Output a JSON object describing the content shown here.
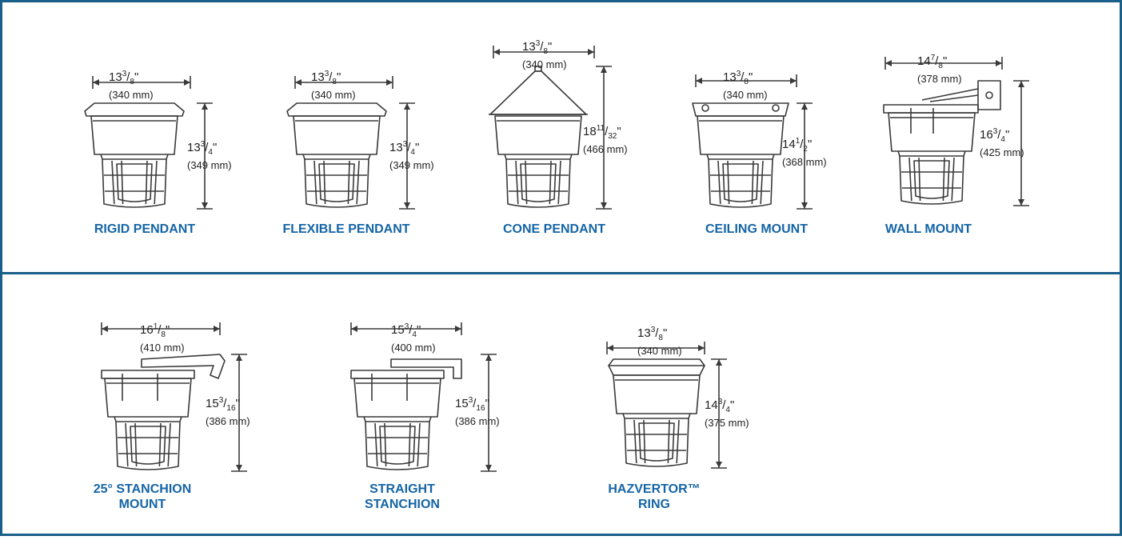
{
  "colors": {
    "frame": "#1a5e8a",
    "label": "#1565a6",
    "line": "#3a3a3a"
  },
  "top_row": [
    {
      "id": "rigid",
      "label": "RIGID PENDANT",
      "top_type": "flat",
      "width_whole": "13",
      "width_num": "3",
      "width_den": "8",
      "width_mm": "(340 mm)",
      "height_whole": "13",
      "height_num": "3",
      "height_den": "4",
      "height_mm": "(349 mm)"
    },
    {
      "id": "flexible",
      "label": "FLEXIBLE PENDANT",
      "top_type": "flat",
      "width_whole": "13",
      "width_num": "3",
      "width_den": "8",
      "width_mm": "(340 mm)",
      "height_whole": "13",
      "height_num": "3",
      "height_den": "4",
      "height_mm": "(349 mm)"
    },
    {
      "id": "cone",
      "label": "CONE PENDANT",
      "top_type": "cone",
      "width_whole": "13",
      "width_num": "3",
      "width_den": "8",
      "width_mm": "(340 mm)",
      "height_whole": "18",
      "height_num": "11",
      "height_den": "32",
      "height_mm": "(466 mm)"
    },
    {
      "id": "ceiling",
      "label": "CEILING MOUNT",
      "top_type": "ceiling",
      "width_whole": "13",
      "width_num": "3",
      "width_den": "8",
      "width_mm": "(340 mm)",
      "height_whole": "14",
      "height_num": "1",
      "height_den": "2",
      "height_mm": "(368 mm)"
    },
    {
      "id": "wall",
      "label": "WALL MOUNT",
      "top_type": "wall",
      "width_whole": "14",
      "width_num": "7",
      "width_den": "8",
      "width_mm": "(378 mm)",
      "height_whole": "16",
      "height_num": "3",
      "height_den": "4",
      "height_mm": "(425 mm)"
    }
  ],
  "bottom_row": [
    {
      "id": "stanchion25",
      "label_line1": "25° STANCHION",
      "label_line2": "MOUNT",
      "top_type": "stanchion25",
      "width_whole": "16",
      "width_num": "1",
      "width_den": "8",
      "width_mm": "(410 mm)",
      "height_whole": "15",
      "height_num": "3",
      "height_den": "16",
      "height_mm": "(386 mm)"
    },
    {
      "id": "straight",
      "label_line1": "STRAIGHT",
      "label_line2": "STANCHION",
      "top_type": "straight",
      "width_whole": "15",
      "width_num": "3",
      "width_den": "4",
      "width_mm": "(400 mm)",
      "height_whole": "15",
      "height_num": "3",
      "height_den": "16",
      "height_mm": "(386 mm)"
    },
    {
      "id": "hazvertor",
      "label_line1": "HAZVERTOR™",
      "label_line2": "RING",
      "top_type": "ring",
      "width_whole": "13",
      "width_num": "3",
      "width_den": "8",
      "width_mm": "(340 mm)",
      "height_whole": "14",
      "height_num": "3",
      "height_den": "4",
      "height_mm": "(375 mm)"
    }
  ]
}
